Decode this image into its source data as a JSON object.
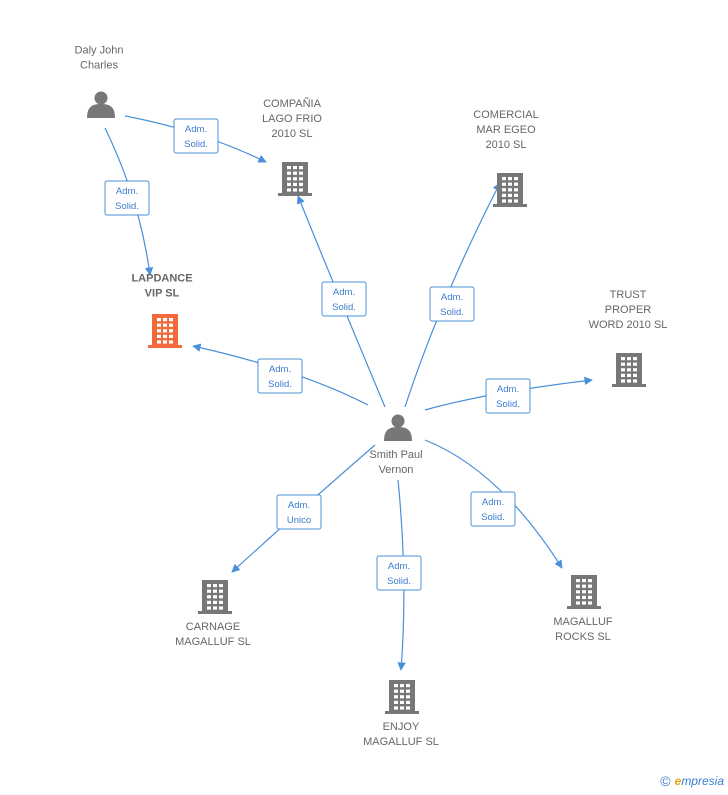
{
  "colors": {
    "edge": "#4a8fd9",
    "person_icon": "#777777",
    "company_icon": "#777777",
    "focus_company_icon": "#f26a3c",
    "label_text": "#666666",
    "badge_text": "#3a7ccf"
  },
  "nodes": [
    {
      "id": "daly",
      "kind": "person",
      "label": [
        "Daly John",
        "Charles"
      ]
    },
    {
      "id": "smith",
      "kind": "person",
      "label": [
        "Smith Paul",
        "Vernon"
      ]
    },
    {
      "id": "lapdance",
      "kind": "company",
      "focus": true,
      "label": [
        "LAPDANCE",
        "VIP SL"
      ]
    },
    {
      "id": "lagofrio",
      "kind": "company",
      "label": [
        "COMPAÑIA",
        "LAGO FRIO",
        "2010 SL"
      ]
    },
    {
      "id": "maregeo",
      "kind": "company",
      "label": [
        "COMERCIAL",
        "MAR EGEO",
        "2010 SL"
      ]
    },
    {
      "id": "trust",
      "kind": "company",
      "label": [
        "TRUST",
        "PROPER",
        "WORD 2010 SL"
      ]
    },
    {
      "id": "carnage",
      "kind": "company",
      "label": [
        "CARNAGE",
        "MAGALLUF SL"
      ]
    },
    {
      "id": "enjoy",
      "kind": "company",
      "label": [
        "ENJOY",
        "MAGALLUF SL"
      ]
    },
    {
      "id": "rocks",
      "kind": "company",
      "label": [
        "MAGALLUF",
        "ROCKS SL"
      ]
    }
  ],
  "edges": [
    {
      "from": "daly",
      "to": "lagofrio",
      "label": [
        "Adm.",
        "Solid."
      ]
    },
    {
      "from": "daly",
      "to": "lapdance",
      "label": [
        "Adm.",
        "Solid."
      ]
    },
    {
      "from": "smith",
      "to": "lagofrio",
      "label": [
        "Adm.",
        "Solid."
      ]
    },
    {
      "from": "smith",
      "to": "maregeo",
      "label": [
        "Adm.",
        "Solid."
      ]
    },
    {
      "from": "smith",
      "to": "lapdance",
      "label": [
        "Adm.",
        "Solid."
      ]
    },
    {
      "from": "smith",
      "to": "trust",
      "label": [
        "Adm.",
        "Solid."
      ]
    },
    {
      "from": "smith",
      "to": "carnage",
      "label": [
        "Adm.",
        "Unico"
      ]
    },
    {
      "from": "smith",
      "to": "enjoy",
      "label": [
        "Adm.",
        "Solid."
      ]
    },
    {
      "from": "smith",
      "to": "rocks",
      "label": [
        "Adm.",
        "Solid."
      ]
    }
  ],
  "brand": {
    "copyright": "©",
    "e": "e",
    "rest": "mpresia"
  }
}
